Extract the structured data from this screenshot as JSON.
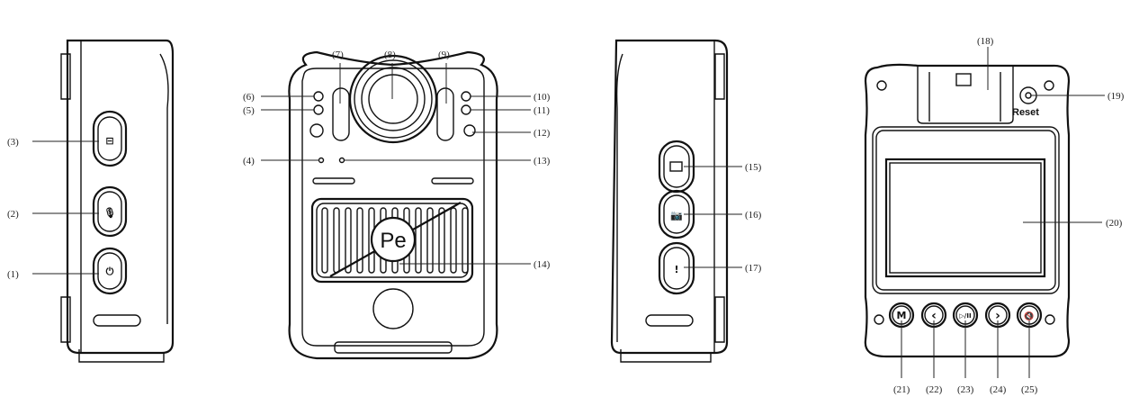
{
  "title": "Body camera component diagram",
  "views": [
    "left-side",
    "front",
    "right-side",
    "back"
  ],
  "labels": {
    "l1": "(1)",
    "l2": "(2)",
    "l3": "(3)",
    "l4": "(4)",
    "l5": "(5)",
    "l6": "(6)",
    "l7": "(7)",
    "l8": "(8)",
    "l9": "(9)",
    "l10": "(10)",
    "l11": "(11)",
    "l12": "(12)",
    "l13": "(13)",
    "l14": "(14)",
    "l15": "(15)",
    "l16": "(16)",
    "l17": "(17)",
    "l18": "(18)",
    "l19": "(19)",
    "l20": "(20)",
    "l21": "(21)",
    "l22": "(22)",
    "l23": "(23)",
    "l24": "(24)",
    "l25": "(25)"
  },
  "reset_text": "Reset",
  "logo_text": "Pe",
  "icons": [
    "ptt-icon",
    "microphone-icon",
    "power-icon",
    "video-icon",
    "camera-icon",
    "alert-icon",
    "menu-m-icon",
    "previous-icon",
    "play-pause-icon",
    "next-icon",
    "mute-icon"
  ],
  "button_glyphs": {
    "m": "M",
    "prev": "‹",
    "play": "▷/II",
    "next": "›",
    "alert": "!"
  }
}
